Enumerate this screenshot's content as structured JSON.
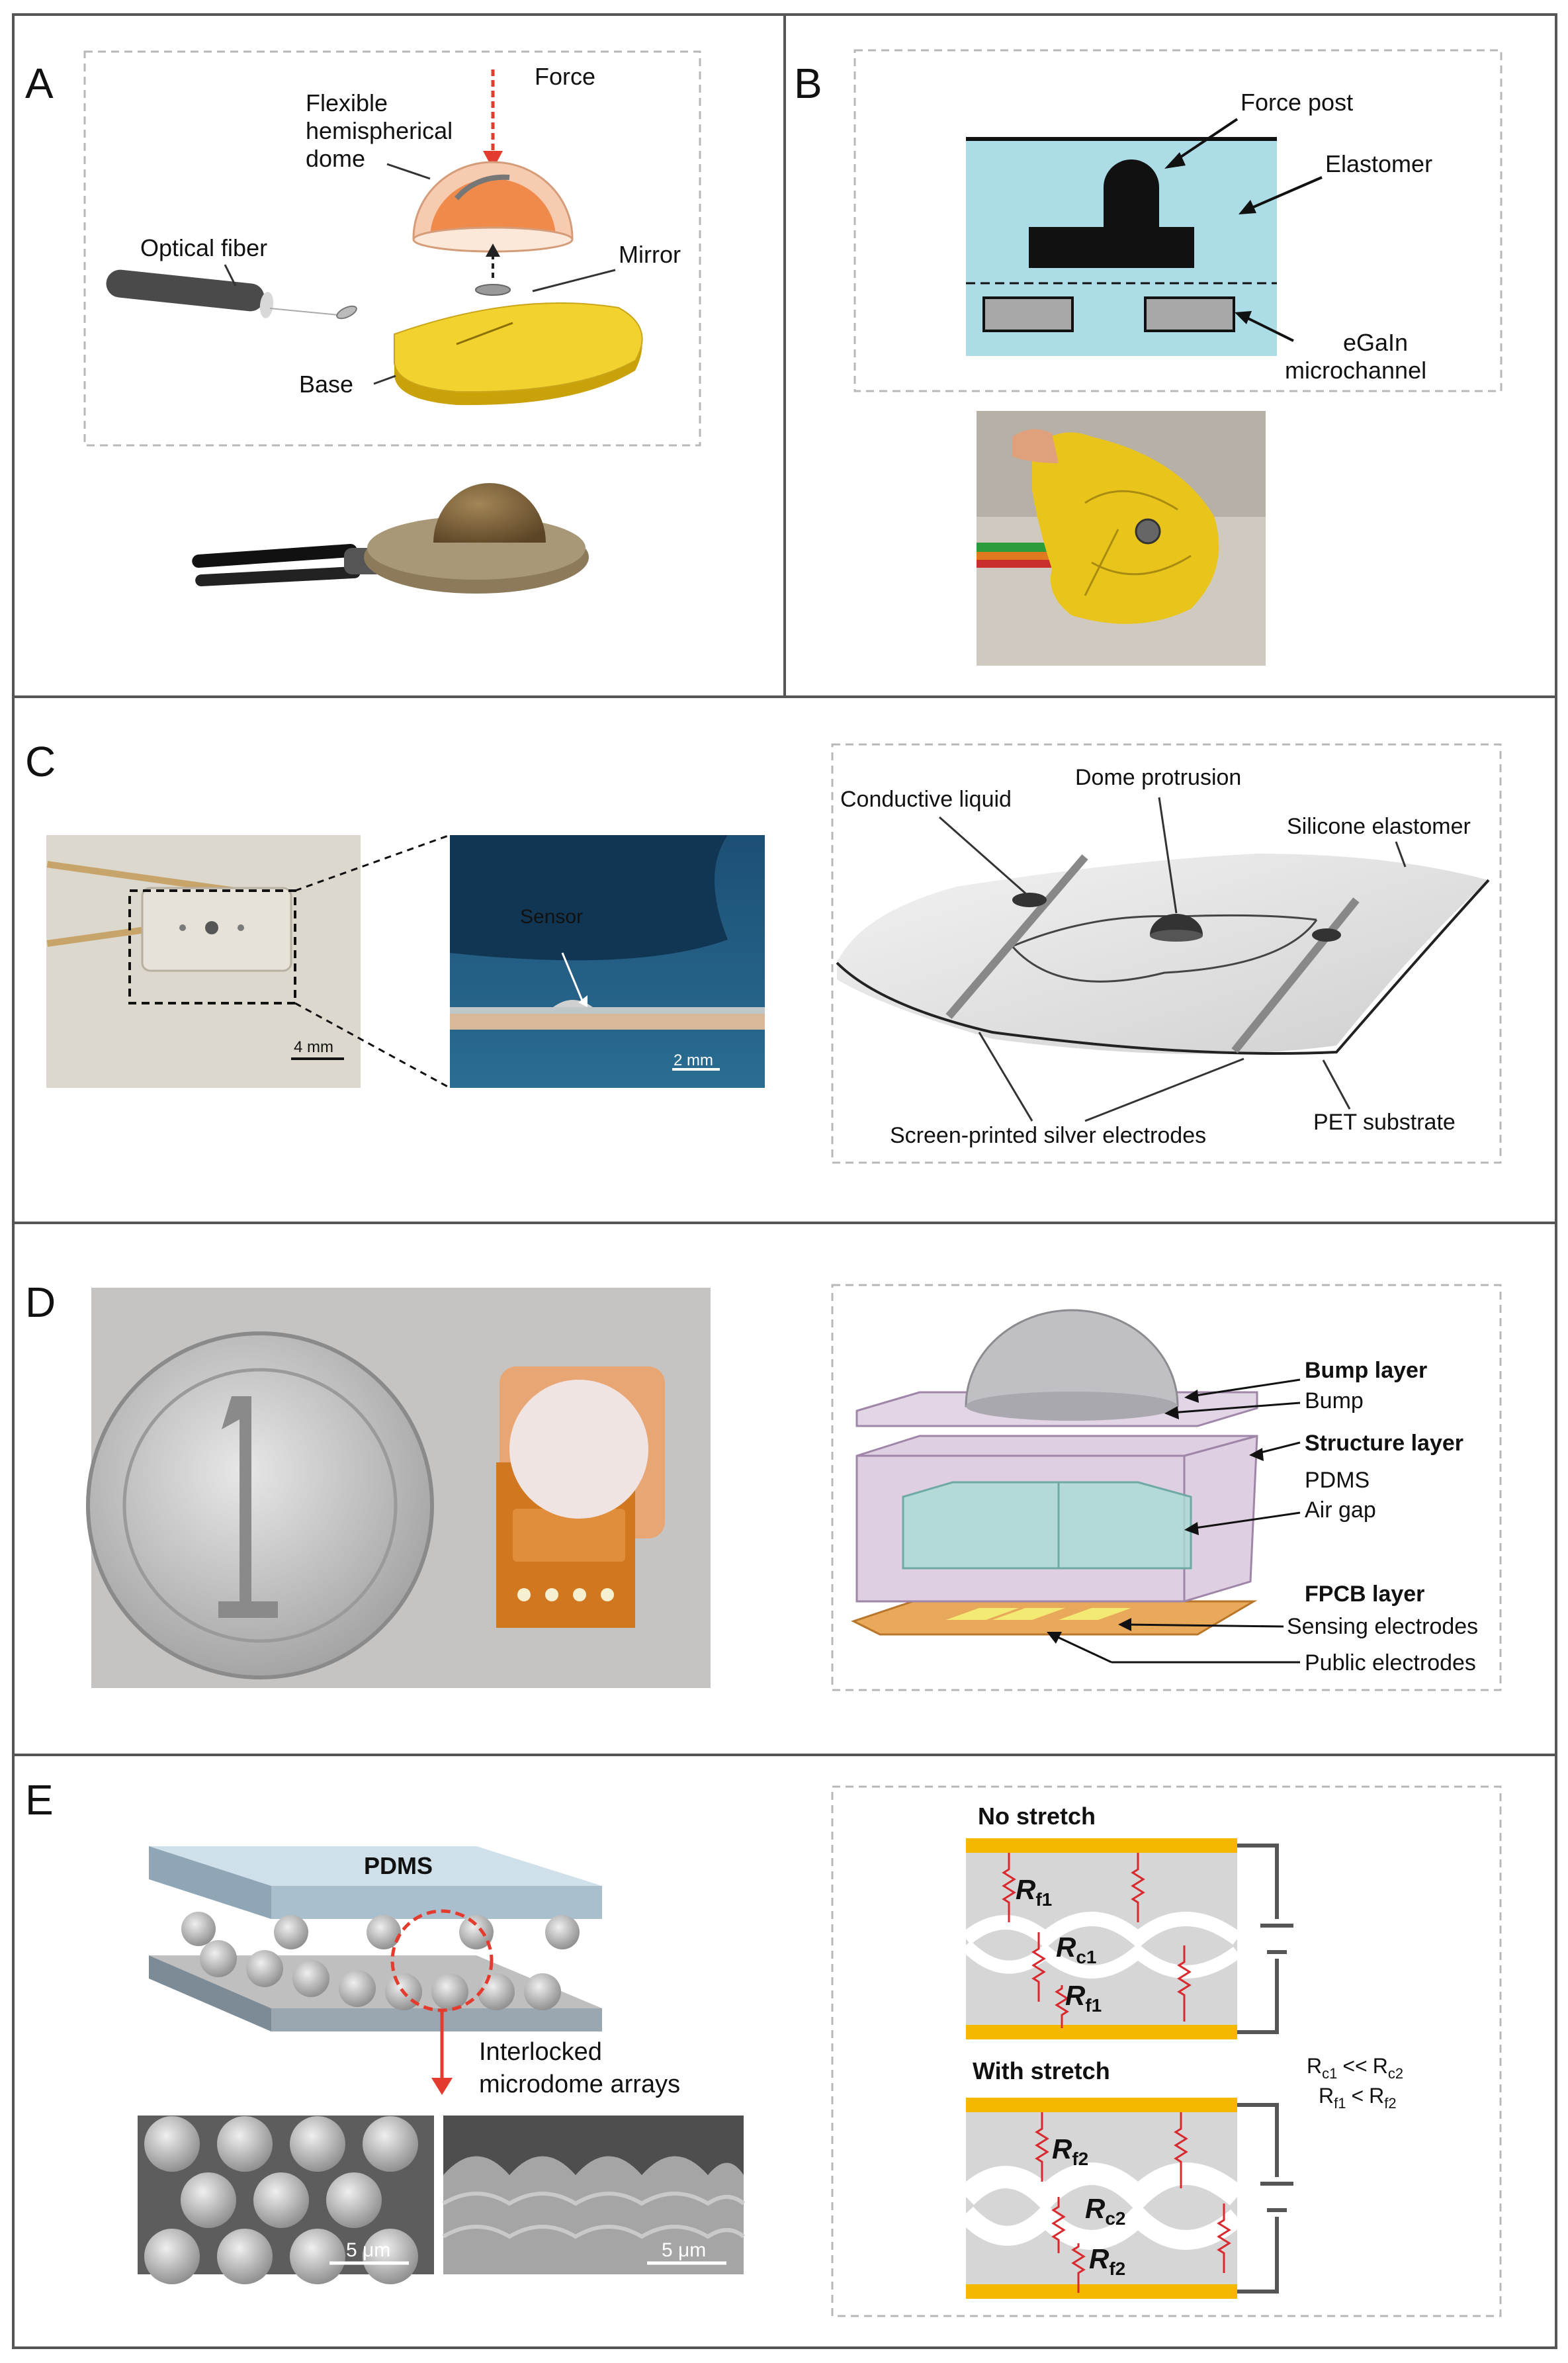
{
  "colors": {
    "frame": "#555555",
    "dashed_box": "#b8b8b8",
    "force_arrow": "#e33b2e",
    "dome_orange": "#f08a4b",
    "base_yellow": "#f2d22e",
    "elastomer_blue": "#acdce6",
    "electrode_gold": "#f5b800",
    "resistor_red": "#d8292f",
    "pet_gray": "#cfcfcf",
    "fpcb_orange": "#e9a95a",
    "pdms_purple": "#d9c7dd",
    "airgap_teal": "#a9dcd6"
  },
  "panels": {
    "a": {
      "letter": "A",
      "force": "Force",
      "dome": [
        "Flexible",
        "hemispherical",
        "dome"
      ],
      "optical_fiber": "Optical fiber",
      "mirror": "Mirror",
      "base": "Base"
    },
    "b": {
      "letter": "B",
      "force_post": "Force post",
      "elastomer": "Elastomer",
      "channel": [
        "eGaIn",
        "microchannel"
      ]
    },
    "c": {
      "letter": "C",
      "scale_1": "4 mm",
      "sensor": "Sensor",
      "scale_2": "2 mm",
      "conductive_liquid": "Conductive liquid",
      "dome_protrusion": "Dome protrusion",
      "silicone": "Silicone elastomer",
      "electrodes": "Screen-printed silver electrodes",
      "pet": "PET substrate"
    },
    "d": {
      "letter": "D",
      "bump_layer": "Bump layer",
      "bump": "Bump",
      "structure_layer": "Structure layer",
      "pdms": "PDMS",
      "air_gap": "Air gap",
      "fpcb_layer": "FPCB layer",
      "sensing": "Sensing electrodes",
      "public": "Public electrodes"
    },
    "e": {
      "letter": "E",
      "pdms": "PDMS",
      "interlocked": [
        "Interlocked",
        "microdome arrays"
      ],
      "scale_1": "5 μm",
      "scale_2": "5 μm",
      "no_stretch": "No stretch",
      "with_stretch": "With stretch",
      "r_main": "R",
      "sub_f1": "f1",
      "sub_c1": "c1",
      "sub_f2": "f2",
      "sub_c2": "c2",
      "rel1_op": "<<",
      "rel2_op": "<"
    }
  }
}
